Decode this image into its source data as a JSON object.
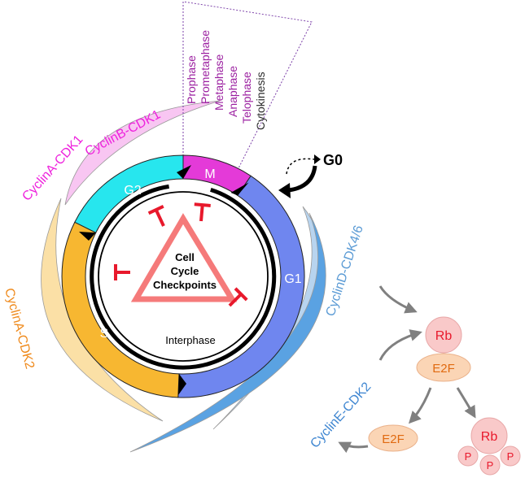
{
  "phases": {
    "m": "M",
    "g1": "G1",
    "g2": "G2",
    "s": "S",
    "g0": "G0",
    "interphase": "Interphase"
  },
  "checkpoints": {
    "line1": "Cell",
    "line2": "Cycle",
    "line3": "Checkpoints"
  },
  "mitosis_stages": [
    "Prophase",
    "Prometaphase",
    "Metaphase",
    "Anaphase",
    "Telophase",
    "Cytokinesis"
  ],
  "complexes": {
    "cyclinA_cdk1": "CyclinA-CDK1",
    "cyclinB_cdk1": "CyclinB-CDK1",
    "cyclinA_cdk2": "CyclinA-CDK2",
    "cyclinD_cdk46": "CyclinD-CDK4/6",
    "cyclinE_cdk2": "CyclinE-CDK2"
  },
  "rb_pathway": {
    "rb": "Rb",
    "e2f": "E2F",
    "e2f_free": "E2F",
    "rb_phos": "Rb",
    "p1": "P",
    "p2": "P",
    "p3": "P"
  },
  "colors": {
    "m": "#e43ad8",
    "g1": "#6f86ef",
    "g2": "#27e6ee",
    "s": "#f7b731",
    "checkpoint": "#f57a7a",
    "inhibit": "#e8192c",
    "cyclinA_cdk1": "#ee22dd",
    "cyclinB_cdk1": "#ee22dd",
    "cyclinA_cdk2": "#ef8a1c",
    "cyclinD_cdk46": "#5b9bd5",
    "cyclinE_cdk2": "#3f86d1",
    "mitosis_text": "#9b1fa0",
    "rb_fill": "#f9c9c9",
    "e2f_fill": "#fbd5b5"
  }
}
